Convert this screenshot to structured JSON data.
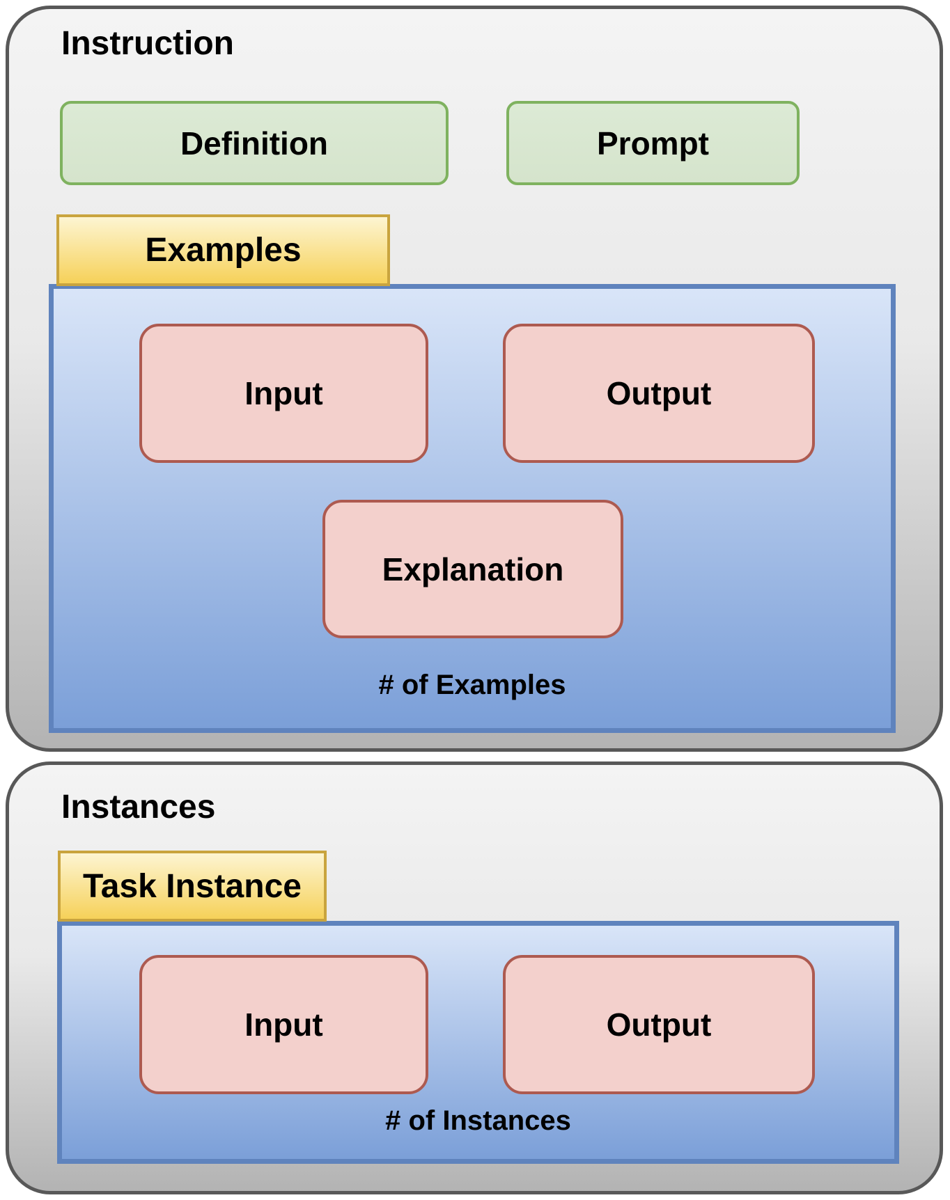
{
  "instruction": {
    "title": "Instruction",
    "definition_label": "Definition",
    "prompt_label": "Prompt",
    "examples": {
      "tab_label": "Examples",
      "input_label": "Input",
      "output_label": "Output",
      "explanation_label": "Explanation",
      "count_label": "# of Examples"
    }
  },
  "instances": {
    "title": "Instances",
    "task_instance": {
      "tab_label": "Task Instance",
      "input_label": "Input",
      "output_label": "Output",
      "count_label": "# of Instances"
    }
  },
  "colors": {
    "container_border": "#585858",
    "container_fill_top": "#f4f4f4",
    "container_fill_bottom": "#b3b3b3",
    "green_fill": "#d9e7d2",
    "green_border": "#7fb25f",
    "yellow_fill_top": "#fdf5d2",
    "yellow_fill_bottom": "#f6d159",
    "yellow_border": "#c9a43e",
    "blue_fill_top": "#d9e5f8",
    "blue_fill_bottom": "#7b9fd8",
    "blue_border": "#5f83bd",
    "pink_fill": "#f3d0cc",
    "pink_border": "#ad5a50",
    "text": "#000000"
  }
}
